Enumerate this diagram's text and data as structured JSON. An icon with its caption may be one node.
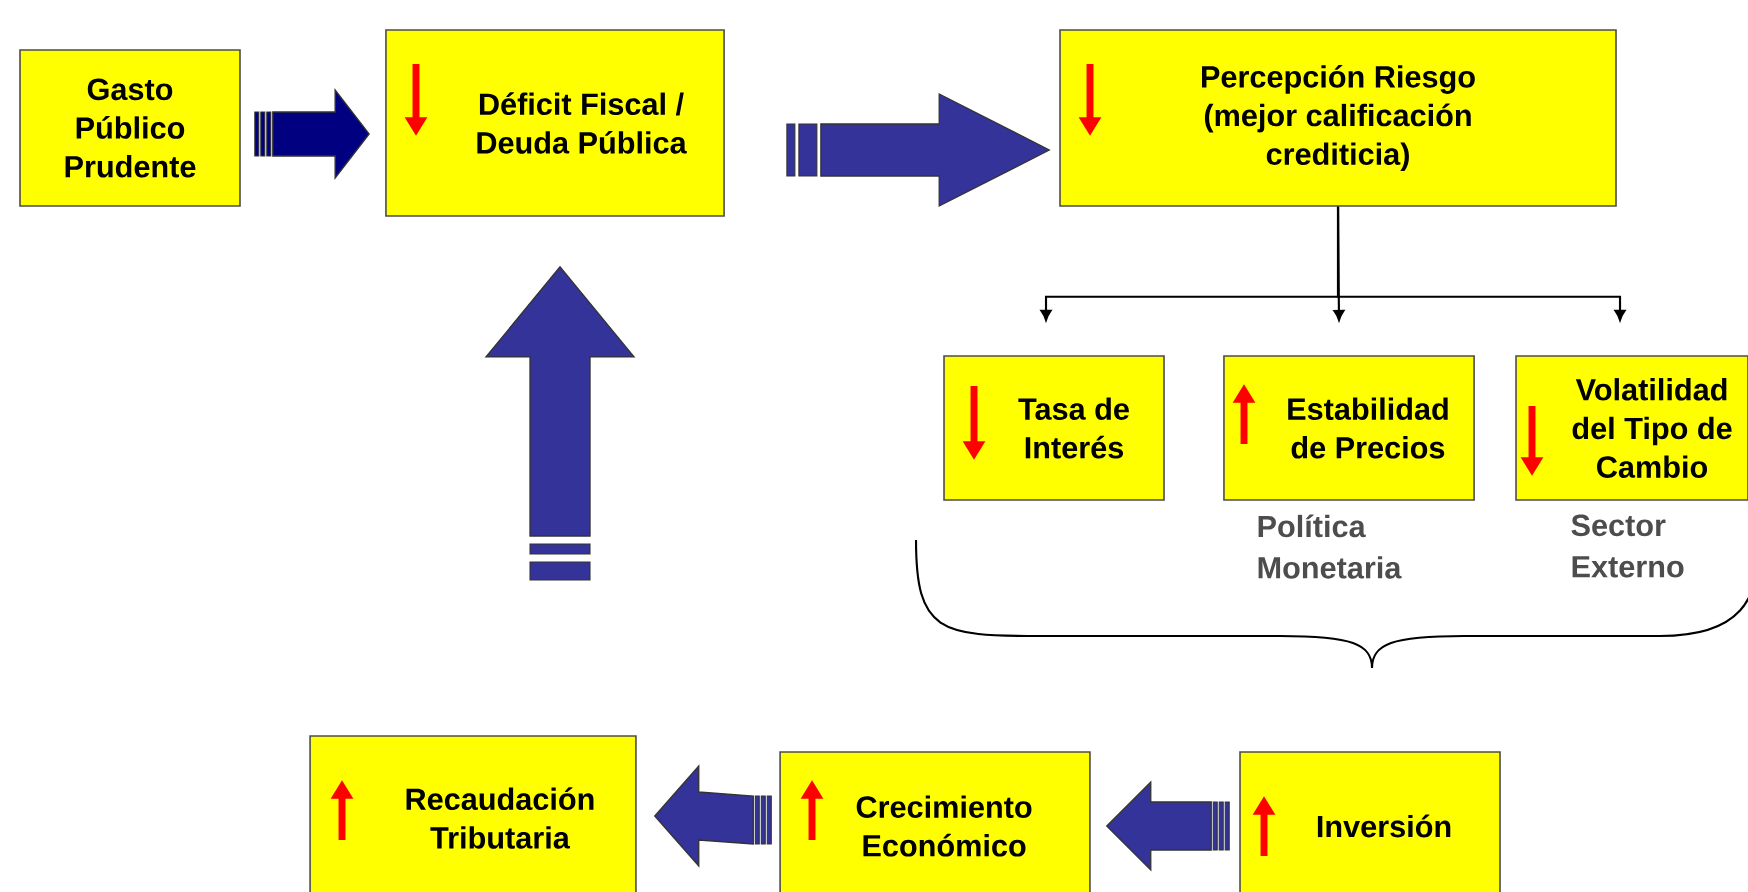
{
  "diagram": {
    "nodes": [
      {
        "text": [
          "Gasto Público Prudente"
        ]
      },
      {
        "text": [
          "Déficit Fiscal / Deuda Pública"
        ]
      },
      {
        "text": [
          "Percepción Riesgo (mejor calificación crediticia)"
        ]
      },
      {
        "text": [
          "Tasa de Interés"
        ]
      },
      {
        "text": [
          "Estabilidad de Precios"
        ]
      },
      {
        "text": [
          "Volatilidad del Tipo de Cambio"
        ]
      },
      {
        "text": [
          "Recaudación Tributaria"
        ]
      },
      {
        "text": [
          "Crecimiento Económico"
        ]
      },
      {
        "text": [
          "Inversión"
        ]
      }
    ],
    "edges": [
      {
        "from": 0,
        "to": 1,
        "arrow": "to",
        "color": "#000080"
      },
      {
        "from": 1,
        "to": 2,
        "arrow": "to"
      },
      {
        "from": 2,
        "to": 3,
        "arrow": "to",
        "color": "#000000"
      },
      {
        "from": 2,
        "to": 4,
        "arrow": "to",
        "color": "#000000"
      },
      {
        "from": 2,
        "to": 5,
        "arrow": "to",
        "color": "#000000"
      },
      {
        "from": null,
        "to": 1,
        "arrow": "to"
      },
      {
        "from": 8,
        "to": 7,
        "arrow": "to"
      },
      {
        "from": 7,
        "to": 6,
        "arrow": "to"
      }
    ],
    "labels": [
      "Política Monetaria",
      "Sector Externo"
    ]
  }
}
